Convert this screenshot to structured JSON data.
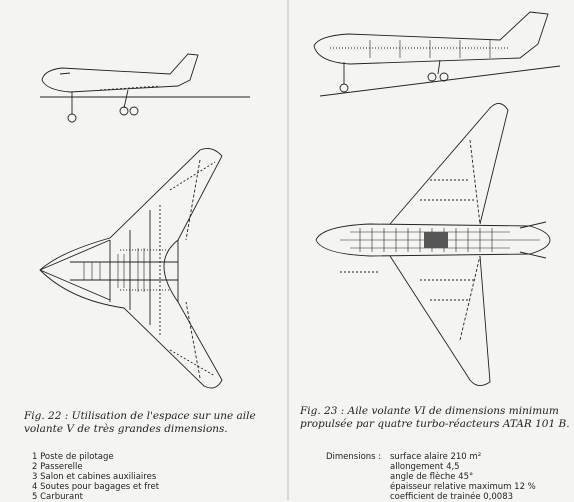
{
  "figure_22": {
    "caption": "Fig. 22 : Utilisation de l'espace sur une aile volante V de très grandes dimensions.",
    "legend": [
      "1 Poste de pilotage",
      "2 Passerelle",
      "3 Salon et cabines auxiliaires",
      "4 Soutes pour bagages et fret",
      "5 Carburant"
    ]
  },
  "figure_23": {
    "caption": "Fig. 23 : Aile volante VI de dimensions minimum propulsée par quatre turbo-réacteurs ATAR 101 B.",
    "dimensions_label": "Dimensions :",
    "dimensions": [
      "surface alaire 210 m²",
      "allongement 4,5",
      "angle de flèche 45°",
      "épaisseur relative maximum 12 %",
      "coefficient de trainée 0,0083"
    ]
  }
}
